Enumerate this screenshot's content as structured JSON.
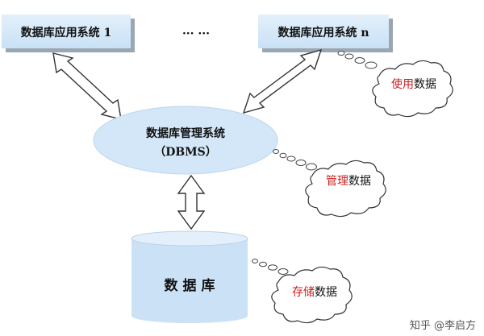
{
  "diagram": {
    "app_box_1": "数据库应用系统 1",
    "ellipsis": "··· ···",
    "app_box_n": "数据库应用系统 n",
    "dbms_line1": "数据库管理系统",
    "dbms_line2": "（DBMS）",
    "database": "数据库",
    "cloud_use": {
      "red": "使用",
      "black": "数据"
    },
    "cloud_manage": {
      "red": "管理",
      "black": "数据"
    },
    "cloud_store": {
      "red": "存储",
      "black": "数据"
    }
  },
  "watermark": "知乎 @李启方",
  "colors": {
    "box_fill": "#d6e9f8",
    "highlight": "#cc1f1f"
  }
}
